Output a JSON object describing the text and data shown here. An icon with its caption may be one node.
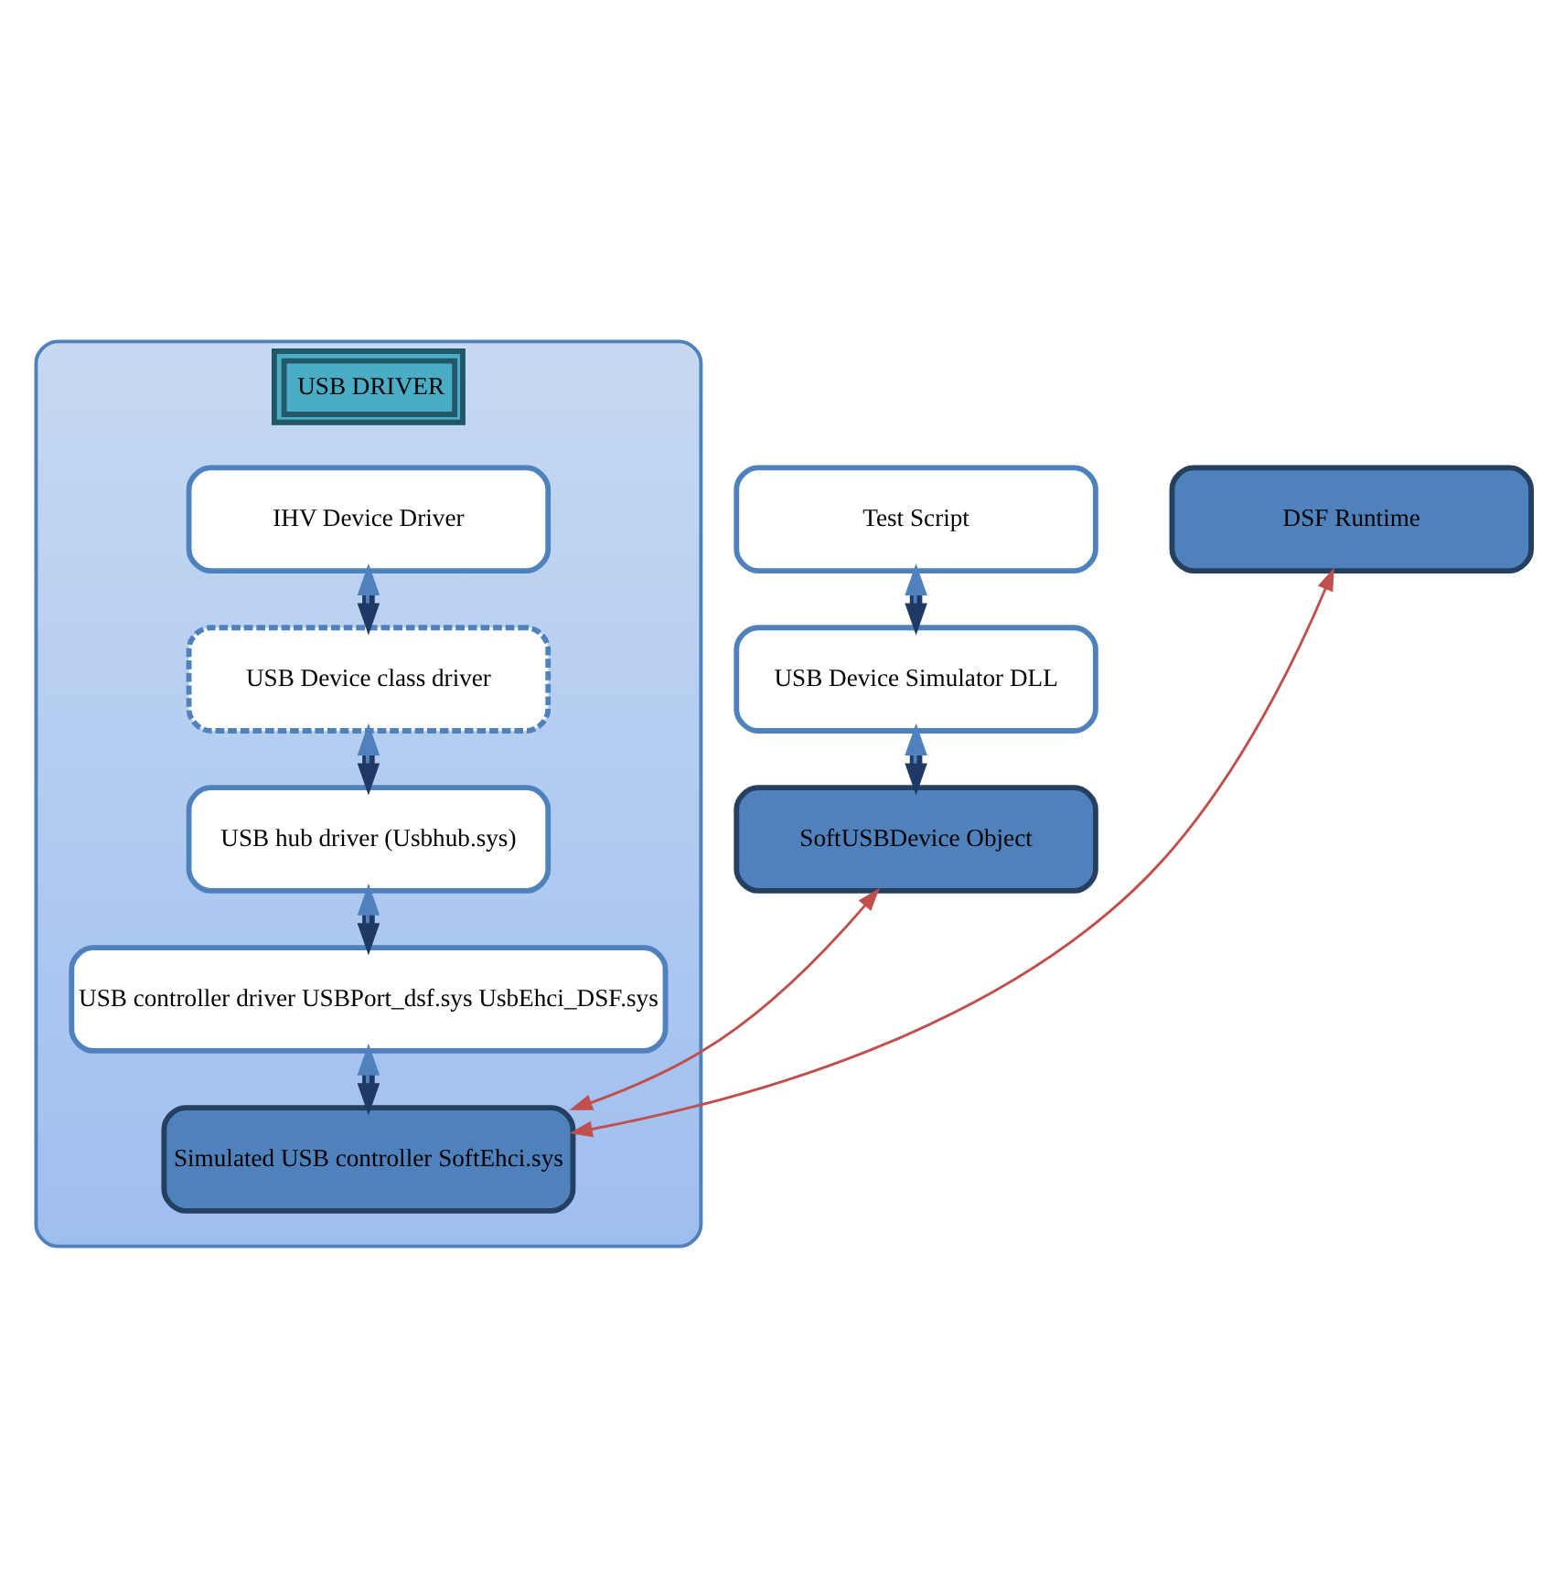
{
  "diagram": {
    "nodes": [
      {
        "text": [
          "USB DRIVER"
        ]
      },
      {
        "text": [
          "IHV Device Driver"
        ],
        "in": 0
      },
      {
        "text": [
          "USB Device class driver"
        ],
        "in": 0
      },
      {
        "text": [
          "USB hub driver (Usbhub.sys)"
        ],
        "in": 0
      },
      {
        "text": [
          "USB controller driver USBPort_dsf.sys UsbEhci_DSF.sys"
        ],
        "in": 0
      },
      {
        "text": [
          "Simulated USB controller SoftEhci.sys"
        ],
        "in": 0
      },
      {
        "text": [
          "Test Script"
        ]
      },
      {
        "text": [
          "USB Device Simulator DLL"
        ]
      },
      {
        "text": [
          "SoftUSBDevice Object"
        ]
      },
      {
        "text": [
          "DSF Runtime"
        ]
      }
    ],
    "edges": [
      {
        "from": 1,
        "to": 2,
        "arrow": "both"
      },
      {
        "from": 2,
        "to": 3,
        "arrow": "both"
      },
      {
        "from": 3,
        "to": 4,
        "arrow": "both"
      },
      {
        "from": 4,
        "to": 5,
        "arrow": "both"
      },
      {
        "from": 6,
        "to": 7,
        "arrow": "both"
      },
      {
        "from": 7,
        "to": 8,
        "arrow": "both"
      },
      {
        "from": 5,
        "to": 8,
        "arrow": "both",
        "color": "#c0504d"
      },
      {
        "from": 9,
        "to": 5,
        "arrow": "both",
        "color": "#c0504d"
      }
    ]
  }
}
